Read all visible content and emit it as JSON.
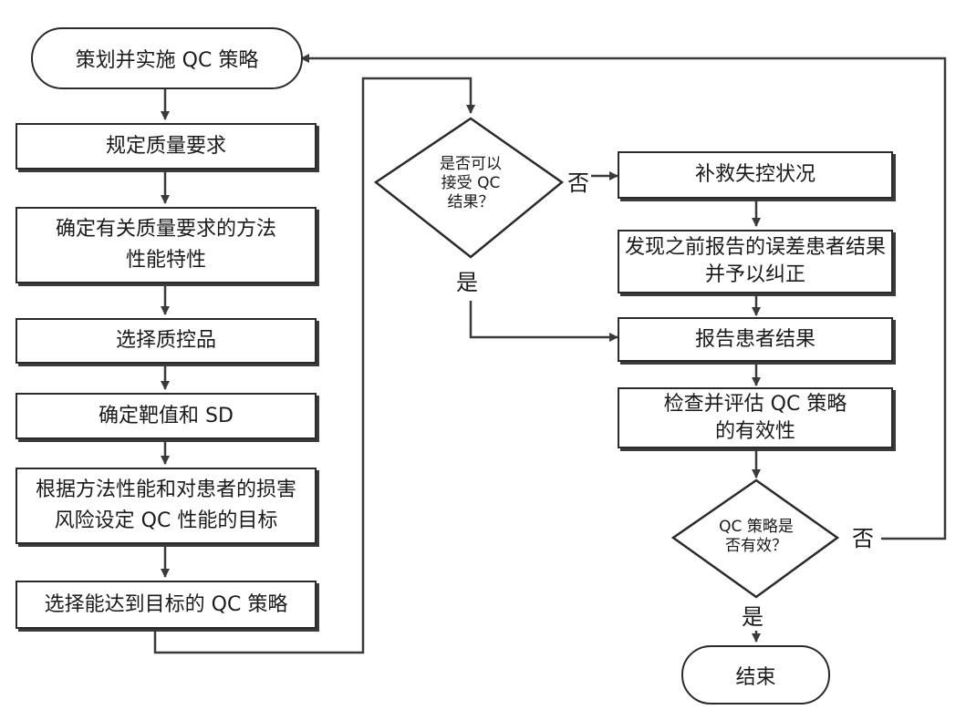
{
  "nodes": {
    "start": "策划并实施 QC 策略",
    "s1": "规定质量要求",
    "s2_l1": "确定有关质量要求的方法",
    "s2_l2": "性能特性",
    "s3": "选择质控品",
    "s4": "确定靶值和 SD",
    "s5_l1": "根据方法性能和对患者的损害",
    "s5_l2": "风险设定 QC 性能的目标",
    "s6": "选择能达到目标的 QC 策略",
    "d1_l1": "是否可以",
    "d1_l2": "接受 QC",
    "d1_l3": "结果？",
    "r1": "补救失控状况",
    "r2_l1": "发现之前报告的误差患者结果",
    "r2_l2": "并予以纠正",
    "r3": "报告患者结果",
    "r4_l1": "检查并评估 QC 策略",
    "r4_l2": "的有效性",
    "d2_l1": "QC 策略是",
    "d2_l2": "否有效？",
    "end": "结束"
  },
  "labels": {
    "d1_no": "否",
    "d1_yes": "是",
    "d2_no": "否",
    "d2_yes": "是"
  }
}
